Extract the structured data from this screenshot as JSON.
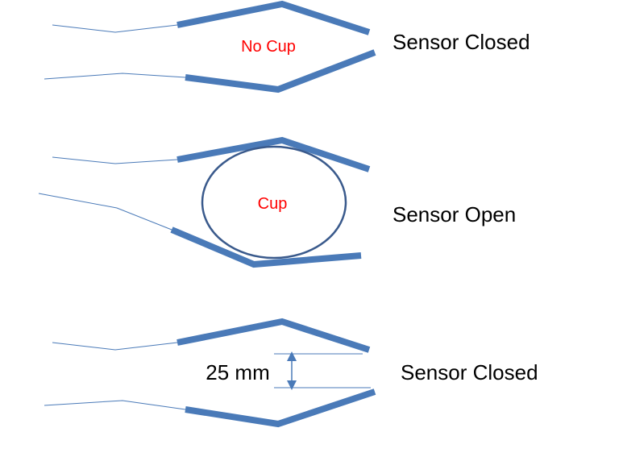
{
  "panels": [
    {
      "inner_label": "No Cup",
      "state_label": "Sensor Closed"
    },
    {
      "inner_label": "Cup",
      "state_label": "Sensor Open"
    },
    {
      "dimension_label": "25 mm",
      "state_label": "Sensor Closed"
    }
  ],
  "colors": {
    "jaw": "#4a7ab8",
    "cup": "#3a5a8c",
    "inner_text": "#ff0000"
  }
}
